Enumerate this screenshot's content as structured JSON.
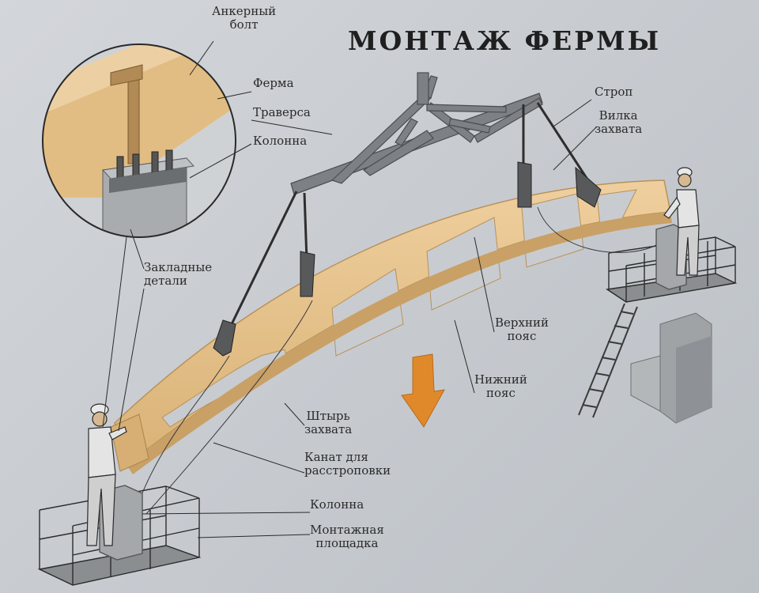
{
  "title": "МОНТАЖ ФЕРМЫ",
  "labels": {
    "anchor_bolt": [
      "Анкерный",
      "болт"
    ],
    "truss": "Ферма",
    "traverse": "Траверса",
    "column_top": "Колонна",
    "embedded_parts": [
      "Закладные",
      "детали"
    ],
    "sling": "Строп",
    "grip_fork": [
      "Вилка",
      "захвата"
    ],
    "top_chord": [
      "Верхний",
      "пояс"
    ],
    "bottom_chord": [
      "Нижний",
      "пояс"
    ],
    "grip_pin": [
      "Штырь",
      "захвата"
    ],
    "release_rope": [
      "Канат для",
      "расстроповки"
    ],
    "column_bottom": "Колонна",
    "mounting_platform": [
      "Монтажная",
      "площадка"
    ]
  },
  "colors": {
    "background": "#c9cdd1",
    "truss_wood": "#e6c48f",
    "traverse_steel": "#7d8185",
    "arrow": "#e0892b",
    "concrete": "#a3a6a9"
  }
}
